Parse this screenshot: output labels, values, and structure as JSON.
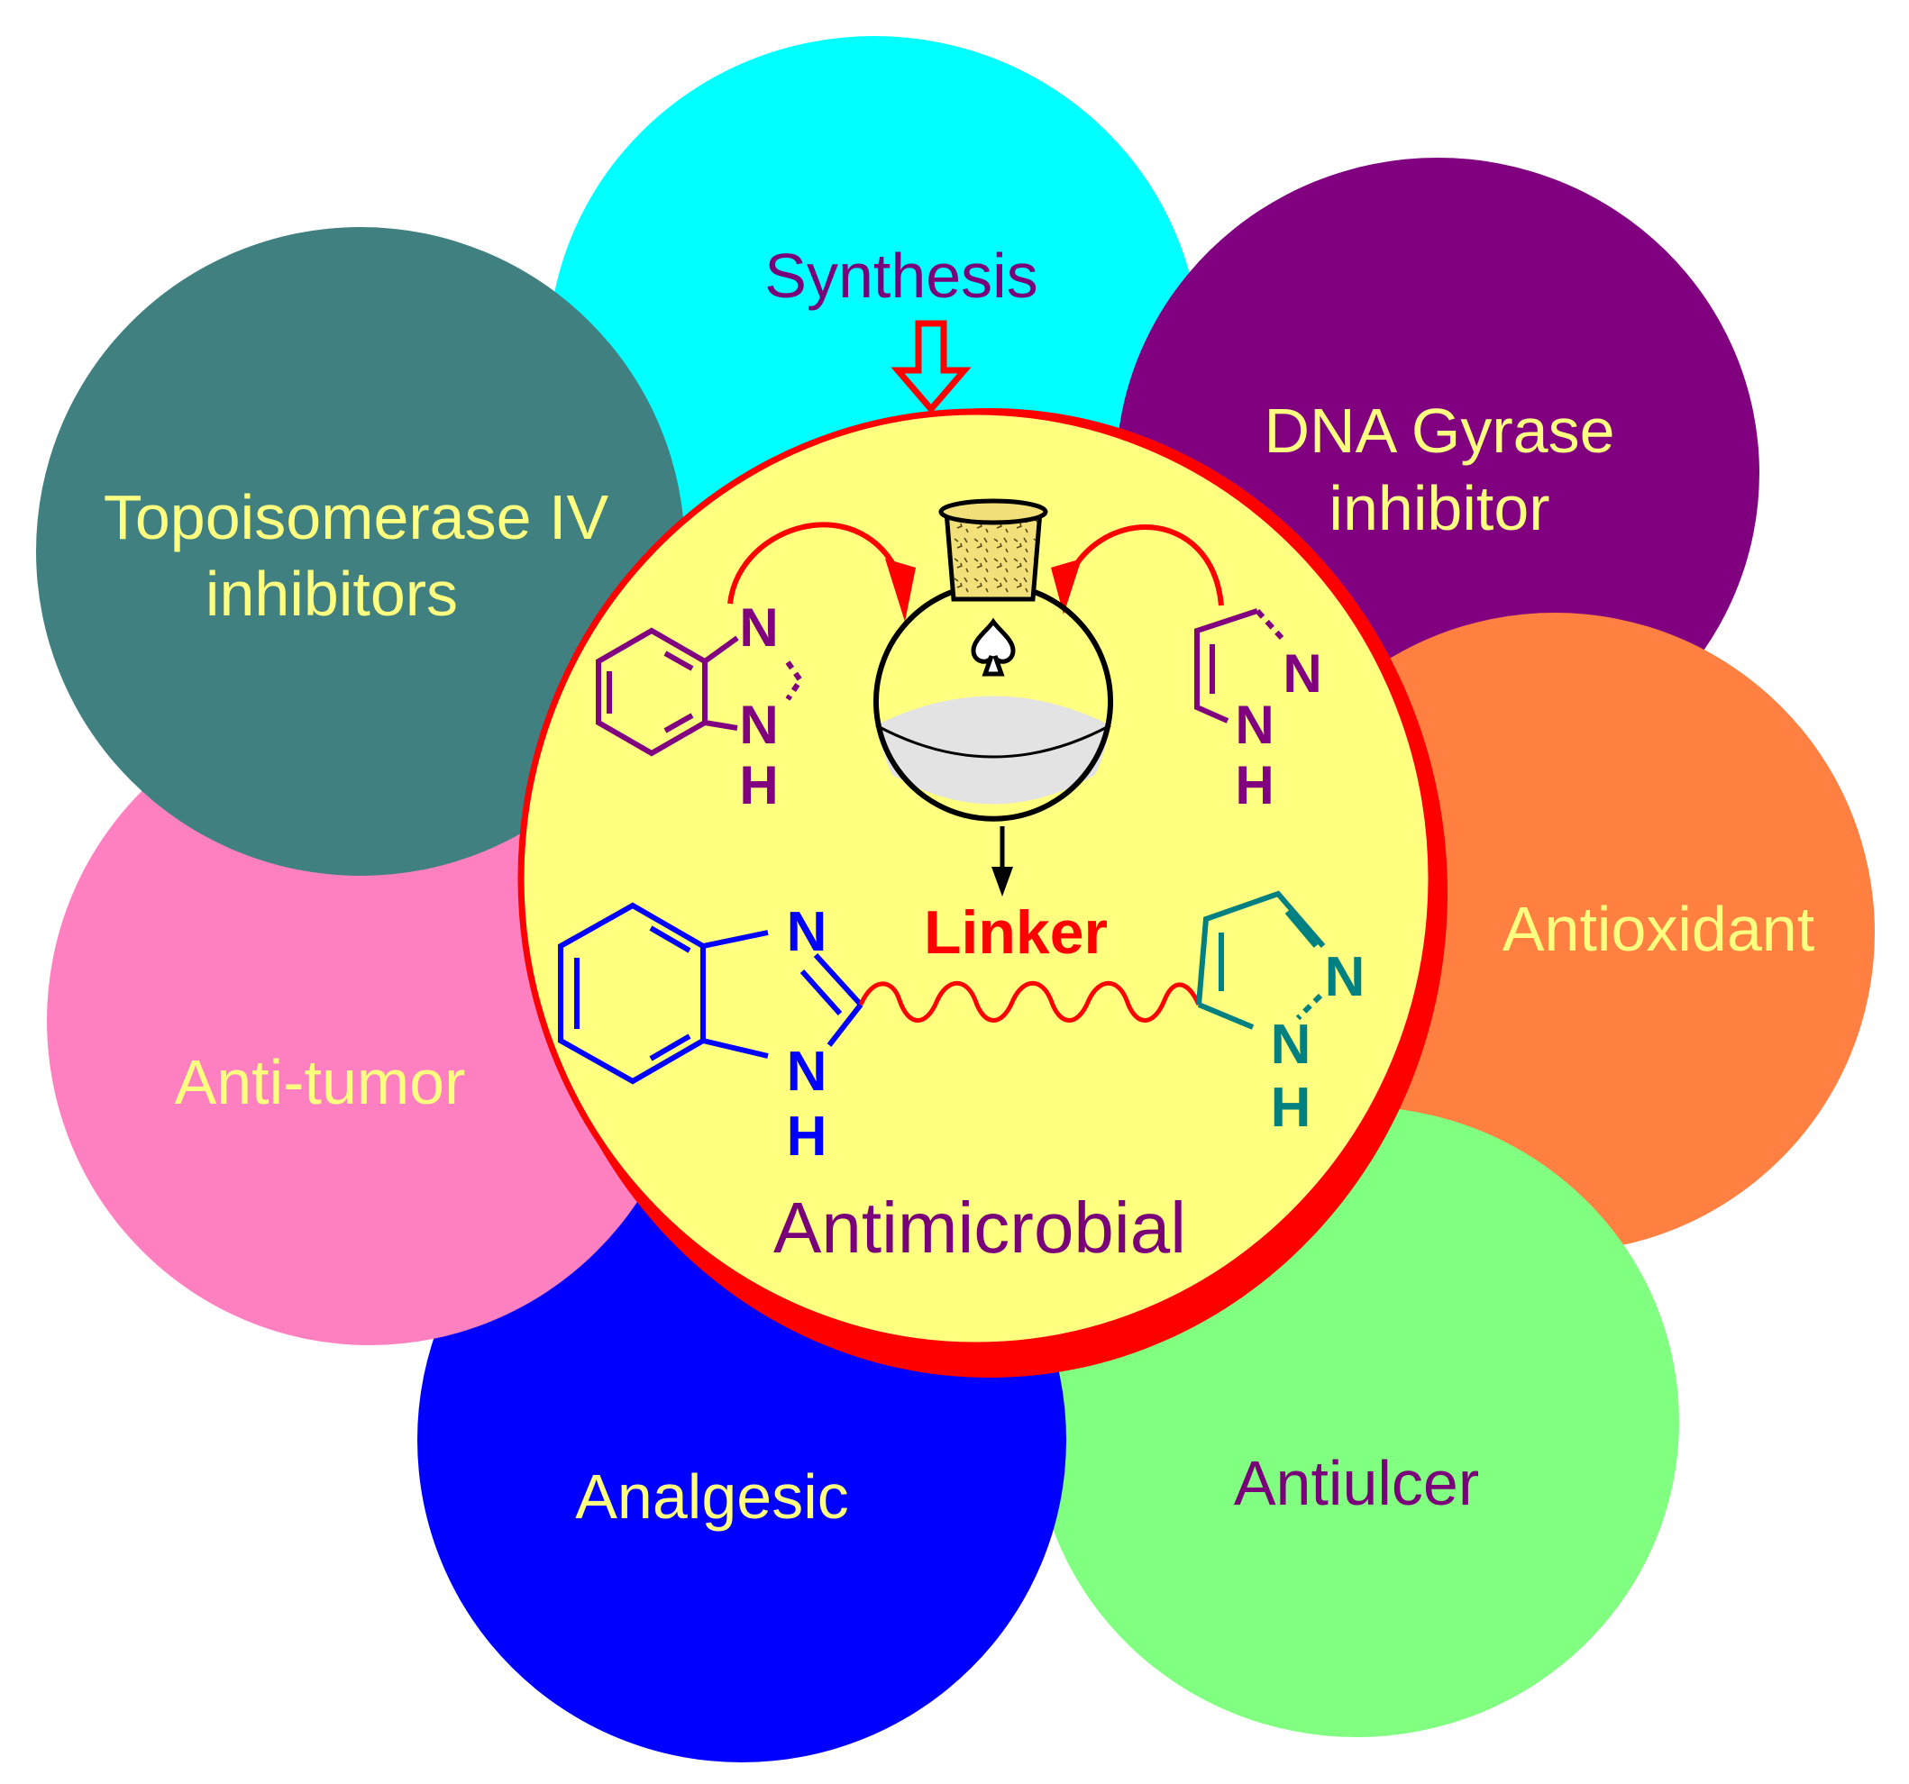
{
  "diagram": {
    "petals": [
      {
        "id": "synthesis",
        "lines": [
          "Synthesis"
        ],
        "fill": "#00FFFF",
        "text_color": "#7A007A"
      },
      {
        "id": "dna-gyrase",
        "lines": [
          "DNA Gyrase",
          "inhibitor"
        ],
        "fill": "#800080",
        "text_color": "#FFFF80"
      },
      {
        "id": "antioxidant",
        "lines": [
          "Antioxidant"
        ],
        "fill": "#FF8040",
        "text_color": "#FFFF80"
      },
      {
        "id": "antiulcer",
        "lines": [
          "Antiulcer"
        ],
        "fill": "#80FF80",
        "text_color": "#7A007A"
      },
      {
        "id": "analgesic",
        "lines": [
          "Analgesic"
        ],
        "fill": "#0000FF",
        "text_color": "#FFFF80"
      },
      {
        "id": "anti-tumor",
        "lines": [
          "Anti-tumor"
        ],
        "fill": "#FF80C0",
        "text_color": "#FFFF80"
      },
      {
        "id": "topoisomerase",
        "lines": [
          "Topoisomerase IV",
          "inhibitors"
        ],
        "fill": "#408080",
        "text_color": "#FFFF80"
      }
    ],
    "center": {
      "fill": "#FFFF80",
      "ring_color": "#FF0000",
      "label": "Antimicrobial",
      "label_color": "#7A007A",
      "linker_label": "Linker",
      "linker_color": "#FF0000"
    },
    "atoms": {
      "n": "N",
      "h": "H"
    },
    "molecule_colors": {
      "reactant": "#800080",
      "benzimidazole": "#0000FF",
      "pyrazole": "#008080",
      "flask": "#000000",
      "arrow": "#FF0000"
    }
  }
}
